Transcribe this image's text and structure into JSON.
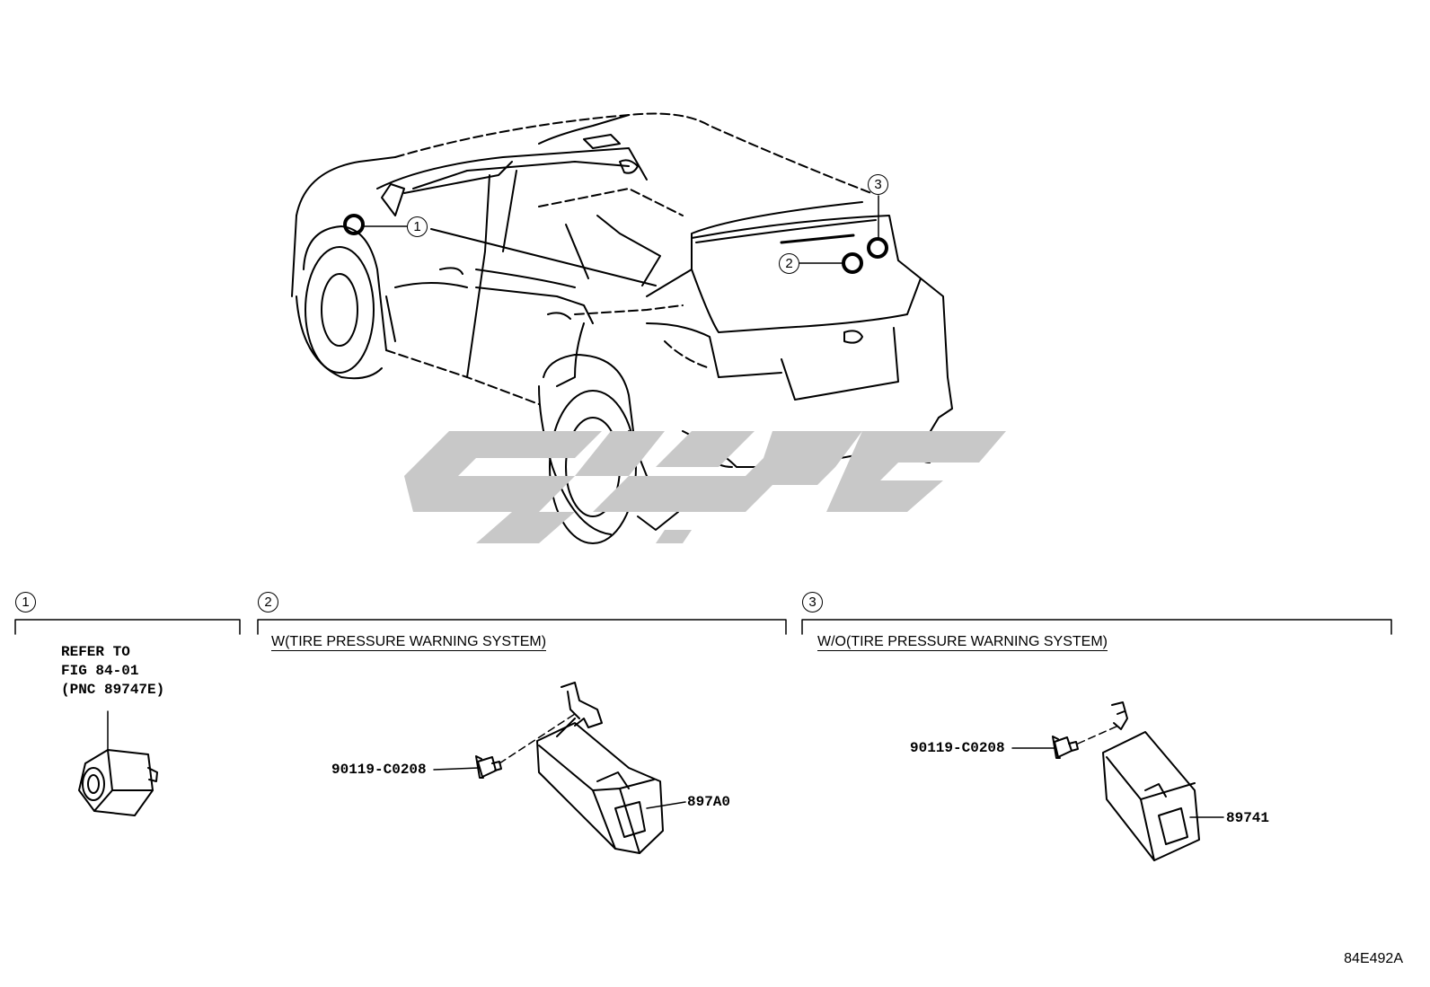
{
  "figure_id": "84E492A",
  "callouts": [
    "1",
    "2",
    "3"
  ],
  "sections": [
    {
      "number": "1",
      "reference_lines": [
        "REFER TO",
        "FIG 84-01",
        "(PNC 89747E)"
      ]
    },
    {
      "number": "2",
      "condition": "W(TIRE PRESSURE WARNING SYSTEM)",
      "bolt_part": "90119-C0208",
      "unit_part": "897A0"
    },
    {
      "number": "3",
      "condition": "W/O(TIRE PRESSURE WARNING SYSTEM)",
      "bolt_part": "90119-C0208",
      "unit_part": "89741"
    }
  ],
  "colors": {
    "line": "#000000",
    "watermark": "#c8c8c8",
    "background": "#ffffff"
  }
}
